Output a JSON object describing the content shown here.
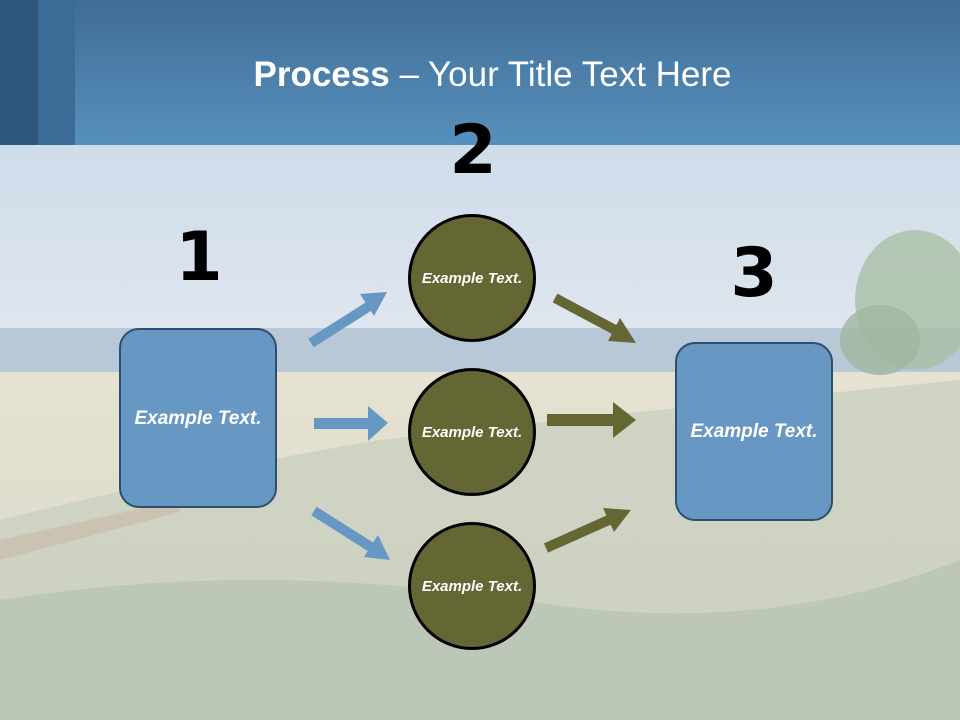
{
  "title": {
    "bold": "Process",
    "rest": " – Your Title Text Here"
  },
  "steps": {
    "one": {
      "number": "1",
      "label": "Example Text."
    },
    "two": {
      "number": "2",
      "items": [
        "Example Text.",
        "Example Text.",
        "Example Text."
      ]
    },
    "three": {
      "number": "3",
      "label": "Example Text."
    }
  },
  "colors": {
    "header": "#5790bd",
    "box": "#6698c3",
    "circle": "#646633",
    "blue_arrow": "#6698c3",
    "olive_arrow": "#646633"
  }
}
